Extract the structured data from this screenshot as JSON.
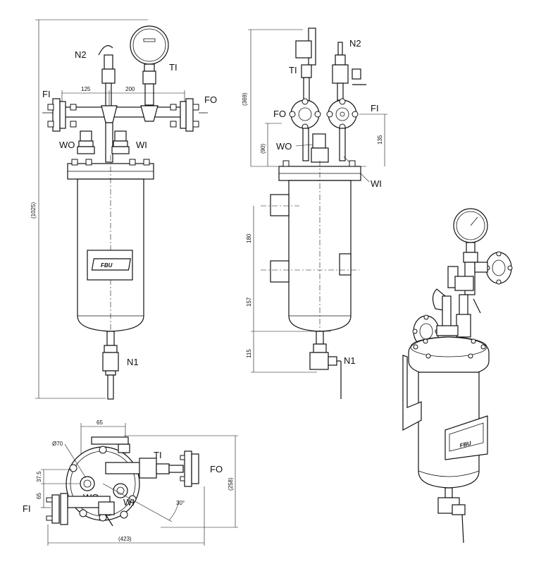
{
  "labels": {
    "N2": "N2",
    "TI": "TI",
    "FI": "FI",
    "FO": "FO",
    "WO": "WO",
    "WI": "WI",
    "N1": "N1",
    "logo": "FBU"
  },
  "dimensions": {
    "d125": "125",
    "d200": "200",
    "d1025": "(1025)",
    "d369": "(369)",
    "d90": "(90)",
    "d135": "135",
    "d180": "180",
    "d157": "157",
    "d115": "115",
    "d65top": "65",
    "d70": "Ø70",
    "d375": "37.5",
    "d65left": "65",
    "d258": "(258)",
    "d423": "(423)",
    "d30": "30°"
  }
}
